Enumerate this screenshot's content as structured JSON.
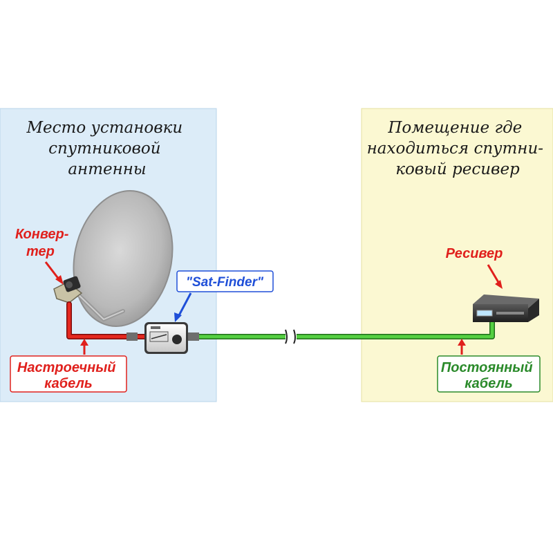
{
  "left_zone": {
    "title_lines": [
      "Место установки",
      "спутниковой",
      "антенны"
    ],
    "color": "#dcecf8"
  },
  "right_zone": {
    "title_lines": [
      "Помещение где",
      "находиться спутни-",
      "ковый ресивер"
    ],
    "color": "#fbf8d2"
  },
  "labels": {
    "converter": [
      "Конвер-",
      "тер"
    ],
    "satfinder": "\"Sat-Finder\"",
    "receiver": "Ресивер",
    "setup_cable": [
      "Настроечный",
      "кабель"
    ],
    "permanent_cable": [
      "Постоянный",
      "кабель"
    ]
  },
  "colors": {
    "red": "#e0201c",
    "blue": "#1f4fd8",
    "green": "#2a8a2a",
    "cable_red": "#c8141a",
    "cable_green": "#4cc83c"
  }
}
